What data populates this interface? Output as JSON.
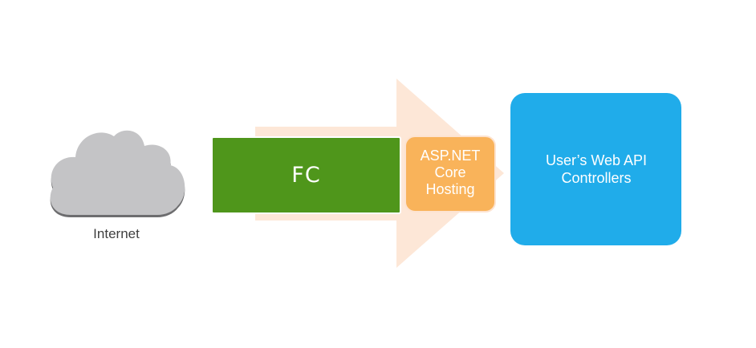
{
  "diagram": {
    "internet": {
      "label": "Internet",
      "icon": "cloud-icon",
      "color": "#c4c4c6",
      "shadow_color": "#6d6d6f"
    },
    "fc": {
      "label": "FC",
      "color": "#4f961b"
    },
    "arrow": {
      "color": "#fde3d0"
    },
    "aspnet": {
      "label": "ASP.NET\nCore\nHosting",
      "color": "#f9b35a"
    },
    "controllers": {
      "label": "User’s Web API\nControllers",
      "color": "#20acea"
    }
  }
}
